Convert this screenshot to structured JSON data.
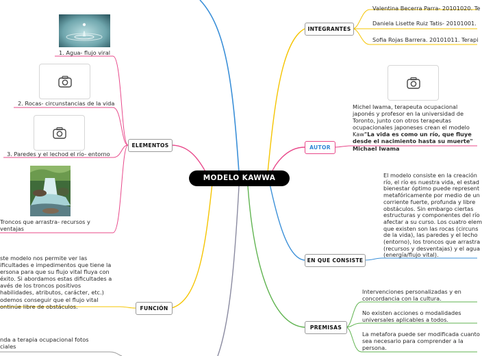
{
  "central": "MODELO KAWWA",
  "integrantes": {
    "label": "INTEGRANTES",
    "items": [
      "Valentina Becerra Parra- 20101020. Te",
      "Daniela Lisette Ruiz Tatis- 20101001.",
      "Sofia Rojas Barrera. 20101011. Terapi"
    ]
  },
  "autor": {
    "label": "AUTOR",
    "lines": [
      "Michel Iwama, terapeuta ocupacional",
      "japonés y profesor en la universidad de",
      "Toronto, junto con otros terapeutas",
      "ocupacionales japoneses crean el modelo"
    ],
    "line5_prefix": "Kaw",
    "quote_line1": "\"La vida es como un río, que fluye",
    "quote_line2": "desde el nacimiento hasta su muerte\"",
    "quote_author": "Michael Iwama"
  },
  "consiste": {
    "label": "EN QUE CONSISTE",
    "lines": [
      "El modelo consiste en la creación",
      "río, el río es nuestra vida, el estad",
      "bienestar óptimo puede represent",
      "metafóricamente por medio de un",
      "corriente fuerte, profunda y libre",
      "obstáculos. Sin embargo ciertas",
      "estructuras y componentes del río",
      "afectar a su curso. Los cuatro elem",
      "que existen son las rocas (circuns",
      "de la vida), las paredes y el lecho",
      "(entorno), los troncos que arrastra",
      "(recursos y desventajas) y el agua",
      "(energía/flujo vital)."
    ]
  },
  "premisas": {
    "label": "PREMISAS",
    "items": [
      [
        "Intervenciones personalizadas y en",
        "concordancia con la cultura."
      ],
      [
        "No existen acciones o modalidades",
        "universales aplicables a todos."
      ],
      [
        "La metafora puede ser modificada cuanto",
        "sea necesario para comprender a la",
        "persona."
      ]
    ]
  },
  "elementos": {
    "label": "ELEMENTOS",
    "items": [
      "1. Agua- flujo viral",
      "2. Rocas- circunstancias de la vida",
      "3. Paredes y el lechod el río- entorno",
      "Troncos que arrastra- recursos y",
      "ventajas"
    ]
  },
  "funcion": {
    "label": "FUNCIÓN",
    "lines": [
      "ste modelo nos permite ver las",
      "ificultades e impedimentos que tiene la",
      "ersona para que su flujo vital fluya con",
      "éxito. Si abordamos estas dificultades a",
      "avés de los troncos positivos",
      "habilidades, atributos, carácter, etc.)",
      "odemos conseguir que el flujo vital",
      "ontinúe libre de obstáculos."
    ]
  },
  "bottom_left": [
    "nda a terapia ocupacional fotos",
    "ciales"
  ],
  "icons": {
    "placeholder": "camera-icon"
  },
  "colors": {
    "blue_branch": "#3a8fd8",
    "pink_branch": "#e8488a",
    "yellow_branch": "#f5c400",
    "green_branch": "#5fb34f",
    "grey_branch": "#8a8aa0",
    "autor_text": "#2f87d6"
  }
}
